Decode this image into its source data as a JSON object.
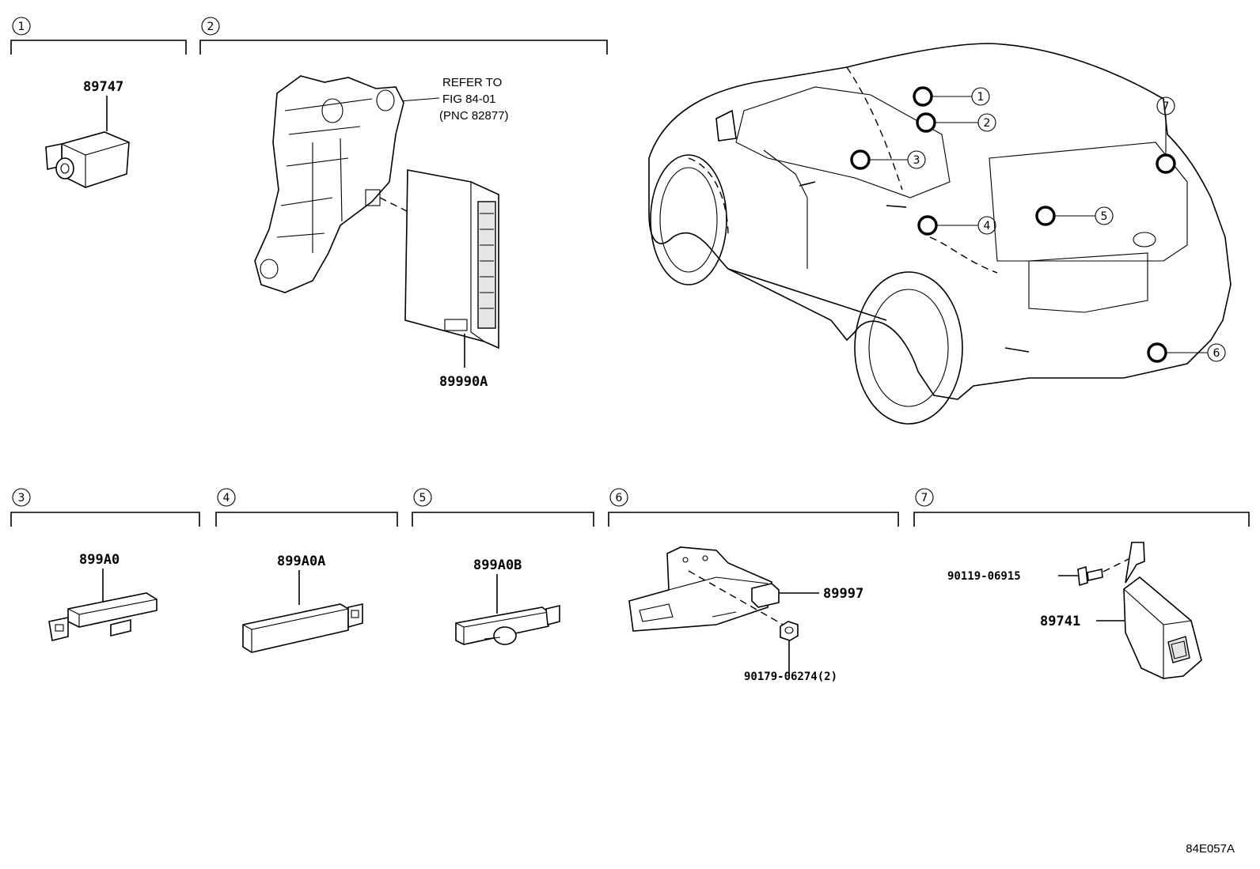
{
  "sections": [
    {
      "index": "1",
      "parts": [
        "89747"
      ]
    },
    {
      "index": "2",
      "parts": [
        "89990A"
      ],
      "note": [
        "REFER TO",
        "FIG 84-01",
        "(PNC 82877)"
      ]
    },
    {
      "index": "3",
      "parts": [
        "899A0"
      ]
    },
    {
      "index": "4",
      "parts": [
        "899A0A"
      ]
    },
    {
      "index": "5",
      "parts": [
        "899A0B"
      ]
    },
    {
      "index": "6",
      "parts": [
        "89997",
        "90179-06274(2)"
      ]
    },
    {
      "index": "7",
      "parts": [
        "90119-06915",
        "89741"
      ]
    }
  ],
  "vehicle_callouts": [
    "1",
    "2",
    "3",
    "4",
    "5",
    "6",
    "7"
  ],
  "figure_code": "84E057A"
}
